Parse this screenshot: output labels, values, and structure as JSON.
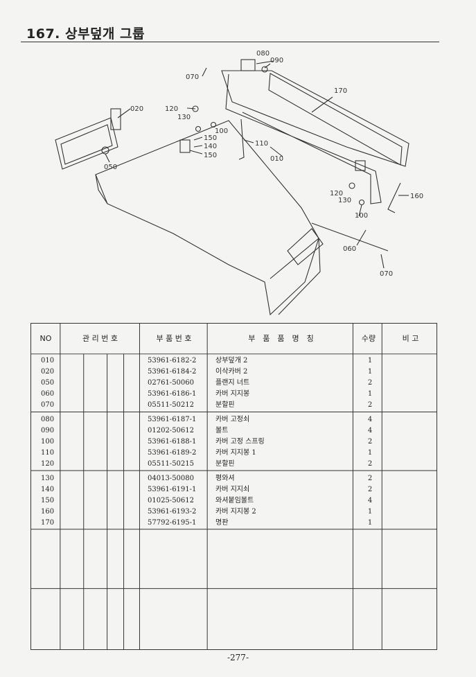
{
  "page": {
    "title": "167. 상부덮개 그룹",
    "page_number": "-277-"
  },
  "diagram": {
    "callouts": [
      "080",
      "090",
      "070",
      "170",
      "120",
      "130",
      "100",
      "020",
      "150",
      "140",
      "150",
      "110",
      "010",
      "050",
      "120",
      "130",
      "160",
      "100",
      "060",
      "070"
    ]
  },
  "table": {
    "headers": {
      "no": "NO",
      "mgmt": "관 리 번 호",
      "part_no": "부 품 번 호",
      "part_name": "부　품　품　명　칭",
      "qty": "수량",
      "remark": "비 고"
    },
    "groups": [
      [
        {
          "no": "010",
          "part_no": "53961-6182-2",
          "name": "상부덮개 2",
          "qty": "1"
        },
        {
          "no": "020",
          "part_no": "53961-6184-2",
          "name": "이삭카버 2",
          "qty": "1"
        },
        {
          "no": "050",
          "part_no": "02761-50060",
          "name": "플랜지 너트",
          "qty": "2"
        },
        {
          "no": "060",
          "part_no": "53961-6186-1",
          "name": "카버 지지봉",
          "qty": "1"
        },
        {
          "no": "070",
          "part_no": "05511-50212",
          "name": "분할핀",
          "qty": "2"
        }
      ],
      [
        {
          "no": "080",
          "part_no": "53961-6187-1",
          "name": "카버 고정쇠",
          "qty": "4"
        },
        {
          "no": "090",
          "part_no": "01202-50612",
          "name": "볼트",
          "qty": "4"
        },
        {
          "no": "100",
          "part_no": "53961-6188-1",
          "name": "카버 고정 스프링",
          "qty": "2"
        },
        {
          "no": "110",
          "part_no": "53961-6189-2",
          "name": "카버 지지봉 1",
          "qty": "1"
        },
        {
          "no": "120",
          "part_no": "05511-50215",
          "name": "분할핀",
          "qty": "2"
        }
      ],
      [
        {
          "no": "130",
          "part_no": "04013-50080",
          "name": "평와셔",
          "qty": "2"
        },
        {
          "no": "140",
          "part_no": "53961-6191-1",
          "name": "카버 지지쇠",
          "qty": "2"
        },
        {
          "no": "150",
          "part_no": "01025-50612",
          "name": "와셔붙임볼트",
          "qty": "4"
        },
        {
          "no": "160",
          "part_no": "53961-6193-2",
          "name": "카버 지지봉 2",
          "qty": "1"
        },
        {
          "no": "170",
          "part_no": "57792-6195-1",
          "name": "명판",
          "qty": "1"
        }
      ]
    ]
  }
}
